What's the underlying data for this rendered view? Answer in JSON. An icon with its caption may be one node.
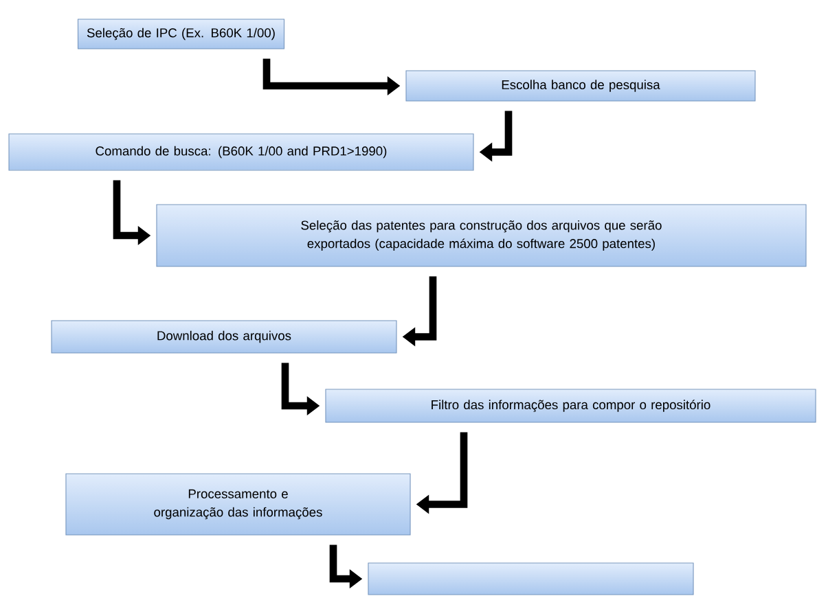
{
  "diagram": {
    "nodes": [
      {
        "text": [
          "Seleção de IPC (Ex. B60K 1/00)"
        ]
      },
      {
        "text": [
          "Escolha banco de pesquisa"
        ]
      },
      {
        "text": [
          "Comando de busca: (B60K 1/00 and PRD1>1990)"
        ]
      },
      {
        "text": [
          "Seleção das patentes para construção dos arquivos que serão exportados (capacidade máxima do software 2500 patentes)"
        ]
      },
      {
        "text": [
          "Download dos arquivos"
        ]
      },
      {
        "text": [
          "Filtro das informações para compor o repositório"
        ]
      },
      {
        "text": [
          "Processamento e organização das informações"
        ]
      },
      {
        "text": [],
        "shape": "box"
      }
    ],
    "edges": [
      {
        "from": 0,
        "to": 1,
        "arrow": "to"
      },
      {
        "from": 1,
        "to": 2,
        "arrow": "to"
      },
      {
        "from": 2,
        "to": 3,
        "arrow": "to"
      },
      {
        "from": 3,
        "to": 4,
        "arrow": "to"
      },
      {
        "from": 4,
        "to": 5,
        "arrow": "to"
      },
      {
        "from": 5,
        "to": 6,
        "arrow": "to"
      },
      {
        "from": 6,
        "to": 7,
        "arrow": "to"
      }
    ]
  }
}
